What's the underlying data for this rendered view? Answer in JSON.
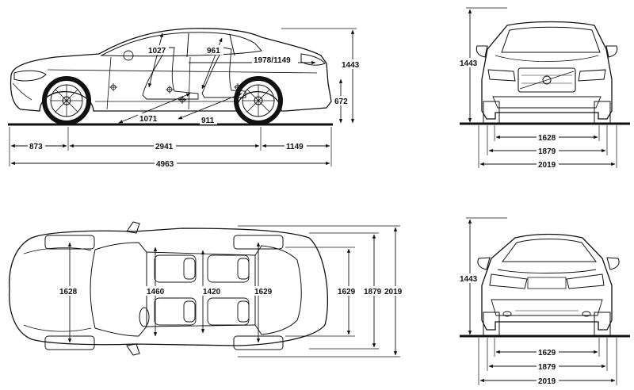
{
  "side_view": {
    "headroom_front": "1027",
    "headroom_rear": "961",
    "seat_height": "1978/1149",
    "height": "1443",
    "ground_to_rear": "672",
    "legroom_front": "1071",
    "legroom_rear": "911",
    "front_overhang": "873",
    "wheelbase": "2941",
    "rear_overhang": "1149",
    "overall_length": "4963"
  },
  "front_view": {
    "height": "1443",
    "track": "1628",
    "width_body": "1879",
    "width_mirrors": "2019"
  },
  "top_view": {
    "front_track": "1628",
    "front_shoulder": "1460",
    "rear_shoulder": "1420",
    "rear_track_inner": "1629",
    "rear_track": "1629",
    "width_body": "1879",
    "width_mirrors": "2019"
  },
  "rear_view": {
    "height": "1443",
    "track": "1629",
    "width_body": "1879",
    "width_mirrors": "2019"
  }
}
